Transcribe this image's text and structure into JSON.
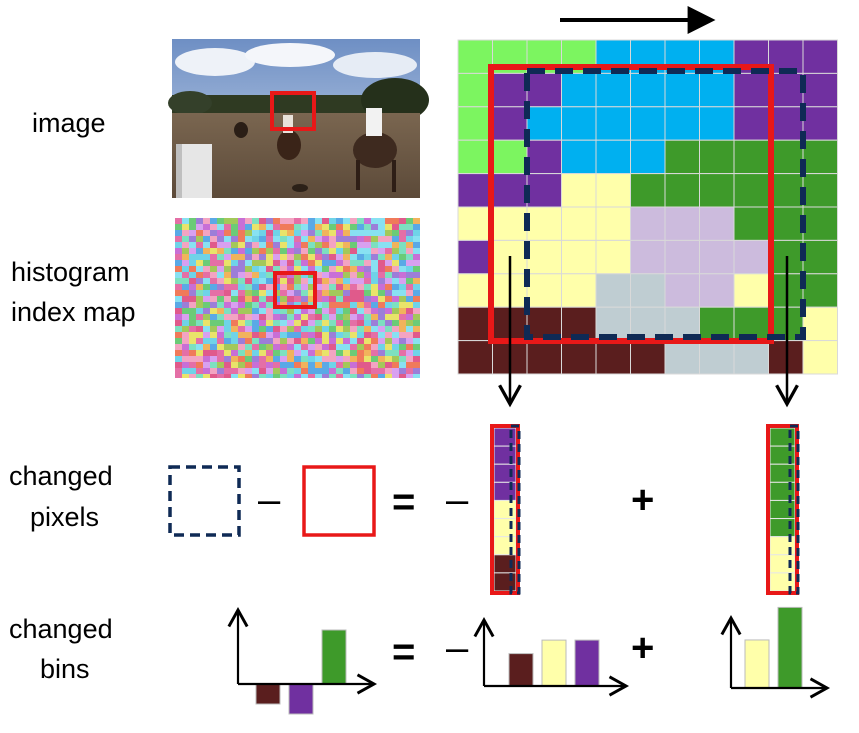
{
  "labels": {
    "image": "image",
    "histogram_line1": "histogram",
    "histogram_line2": "index map",
    "pixels_line1": "changed",
    "pixels_line2": "pixels",
    "bins_line1": "changed",
    "bins_line2": "bins"
  },
  "operators": {
    "minus": "–",
    "equals": "=",
    "plus": "+"
  },
  "colors": {
    "light_green": "#7CF560",
    "sky_blue": "#00B0F0",
    "purple": "#7030A0",
    "green": "#3E9A2A",
    "light_yellow": "#FFFFAA",
    "lavender": "#CCBBDD",
    "grey_blue": "#BFCDD2",
    "maroon": "#5A1E1E",
    "red_window": "#E81818",
    "navy_window": "#0F2A55"
  },
  "grid": {
    "rows": 10,
    "cols": 11,
    "cells": [
      [
        "G",
        "G",
        "G",
        "G",
        "B",
        "B",
        "B",
        "B",
        "P",
        "P",
        "P"
      ],
      [
        "G",
        "P",
        "P",
        "B",
        "B",
        "B",
        "B",
        "B",
        "P",
        "P",
        "P"
      ],
      [
        "G",
        "P",
        "B",
        "B",
        "B",
        "B",
        "B",
        "B",
        "P",
        "P",
        "P"
      ],
      [
        "G",
        "G",
        "P",
        "B",
        "B",
        "B",
        "D",
        "D",
        "D",
        "D",
        "D"
      ],
      [
        "P",
        "P",
        "P",
        "Y",
        "Y",
        "D",
        "D",
        "D",
        "D",
        "D",
        "D"
      ],
      [
        "Y",
        "Y",
        "Y",
        "Y",
        "Y",
        "L",
        "L",
        "L",
        "D",
        "D",
        "D"
      ],
      [
        "P",
        "Y",
        "Y",
        "Y",
        "Y",
        "L",
        "L",
        "L",
        "L",
        "D",
        "D"
      ],
      [
        "Y",
        "Y",
        "Y",
        "Y",
        "S",
        "S",
        "L",
        "L",
        "Y",
        "D",
        "D"
      ],
      [
        "M",
        "M",
        "M",
        "M",
        "S",
        "S",
        "S",
        "D",
        "D",
        "D",
        "Y"
      ],
      [
        "M",
        "M",
        "M",
        "M",
        "M",
        "M",
        "S",
        "S",
        "S",
        "M",
        "Y"
      ]
    ]
  },
  "columns": {
    "removed": [
      "P",
      "P",
      "P",
      "P",
      "Y",
      "Y",
      "Y",
      "M",
      "M"
    ],
    "added": [
      "D",
      "D",
      "D",
      "D",
      "D",
      "D",
      "Y",
      "Y",
      "Y"
    ]
  },
  "bars": {
    "changed": [
      {
        "color": "maroon",
        "value": -1
      },
      {
        "color": "purple",
        "value": -1.5
      },
      {
        "color": "green",
        "value": 2.7
      }
    ],
    "removed": [
      {
        "color": "maroon",
        "value": 1.2
      },
      {
        "color": "light_yellow",
        "value": 1.7
      },
      {
        "color": "purple",
        "value": 1.7
      }
    ],
    "added": [
      {
        "color": "light_yellow",
        "value": 1.55
      },
      {
        "color": "green",
        "value": 2.6
      }
    ]
  }
}
